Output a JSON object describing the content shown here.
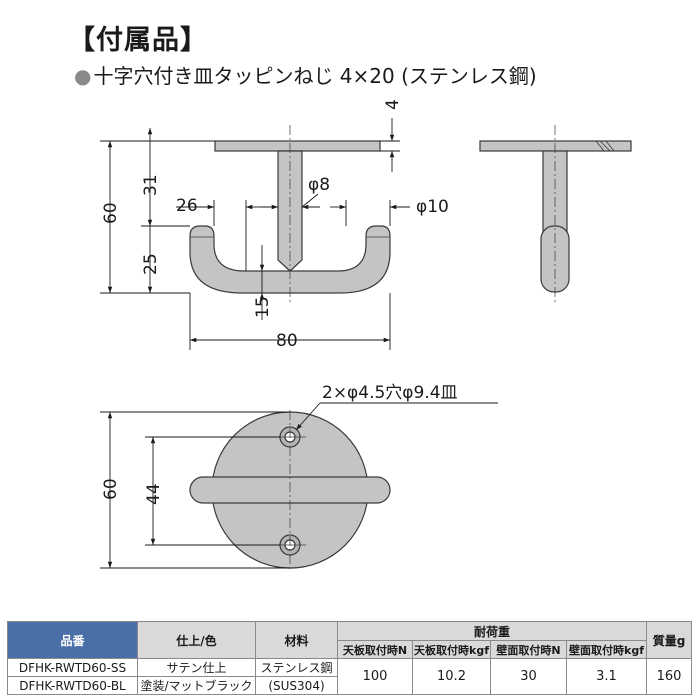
{
  "header": {
    "title": "【付属品】",
    "bullet": "●",
    "screw_note": "十字穴付き皿タッピンねじ 4×20 (ステンレス鋼)"
  },
  "front_view": {
    "dims": {
      "plate_thickness": "4",
      "overall_height": "60",
      "upper_height": "31",
      "lower_height": "25",
      "stem_dia": "φ8",
      "arm_dia": "φ10",
      "arm_inner": "26",
      "bottom_thickness": "15",
      "width": "80"
    }
  },
  "bottom_view": {
    "dims": {
      "hole_note": "2×φ4.5穴φ9.4皿",
      "overall_height": "60",
      "hole_pitch": "44"
    }
  },
  "spec_table": {
    "headers": {
      "part_no": "品番",
      "finish": "仕上/色",
      "material": "材料",
      "load": "耐荷重",
      "weight": "質量g",
      "load_sub": [
        "天板取付時N",
        "天板取付時kgf",
        "壁面取付時N",
        "壁面取付時kgf"
      ]
    },
    "rows": [
      {
        "part_no": "DFHK-RWTD60-SS",
        "finish": "サテン仕上",
        "material": "ステンレス鋼"
      },
      {
        "part_no": "DFHK-RWTD60-BL",
        "finish": "塗装/マットブラック",
        "material": "(SUS304)"
      }
    ],
    "values": {
      "ceiling_n": "100",
      "ceiling_kgf": "10.2",
      "wall_n": "30",
      "wall_kgf": "3.1",
      "weight": "160"
    }
  },
  "colors": {
    "part_fill": "#c4c4c4",
    "outline": "#3a3a3a",
    "header_blue": "#4a6fa8"
  }
}
